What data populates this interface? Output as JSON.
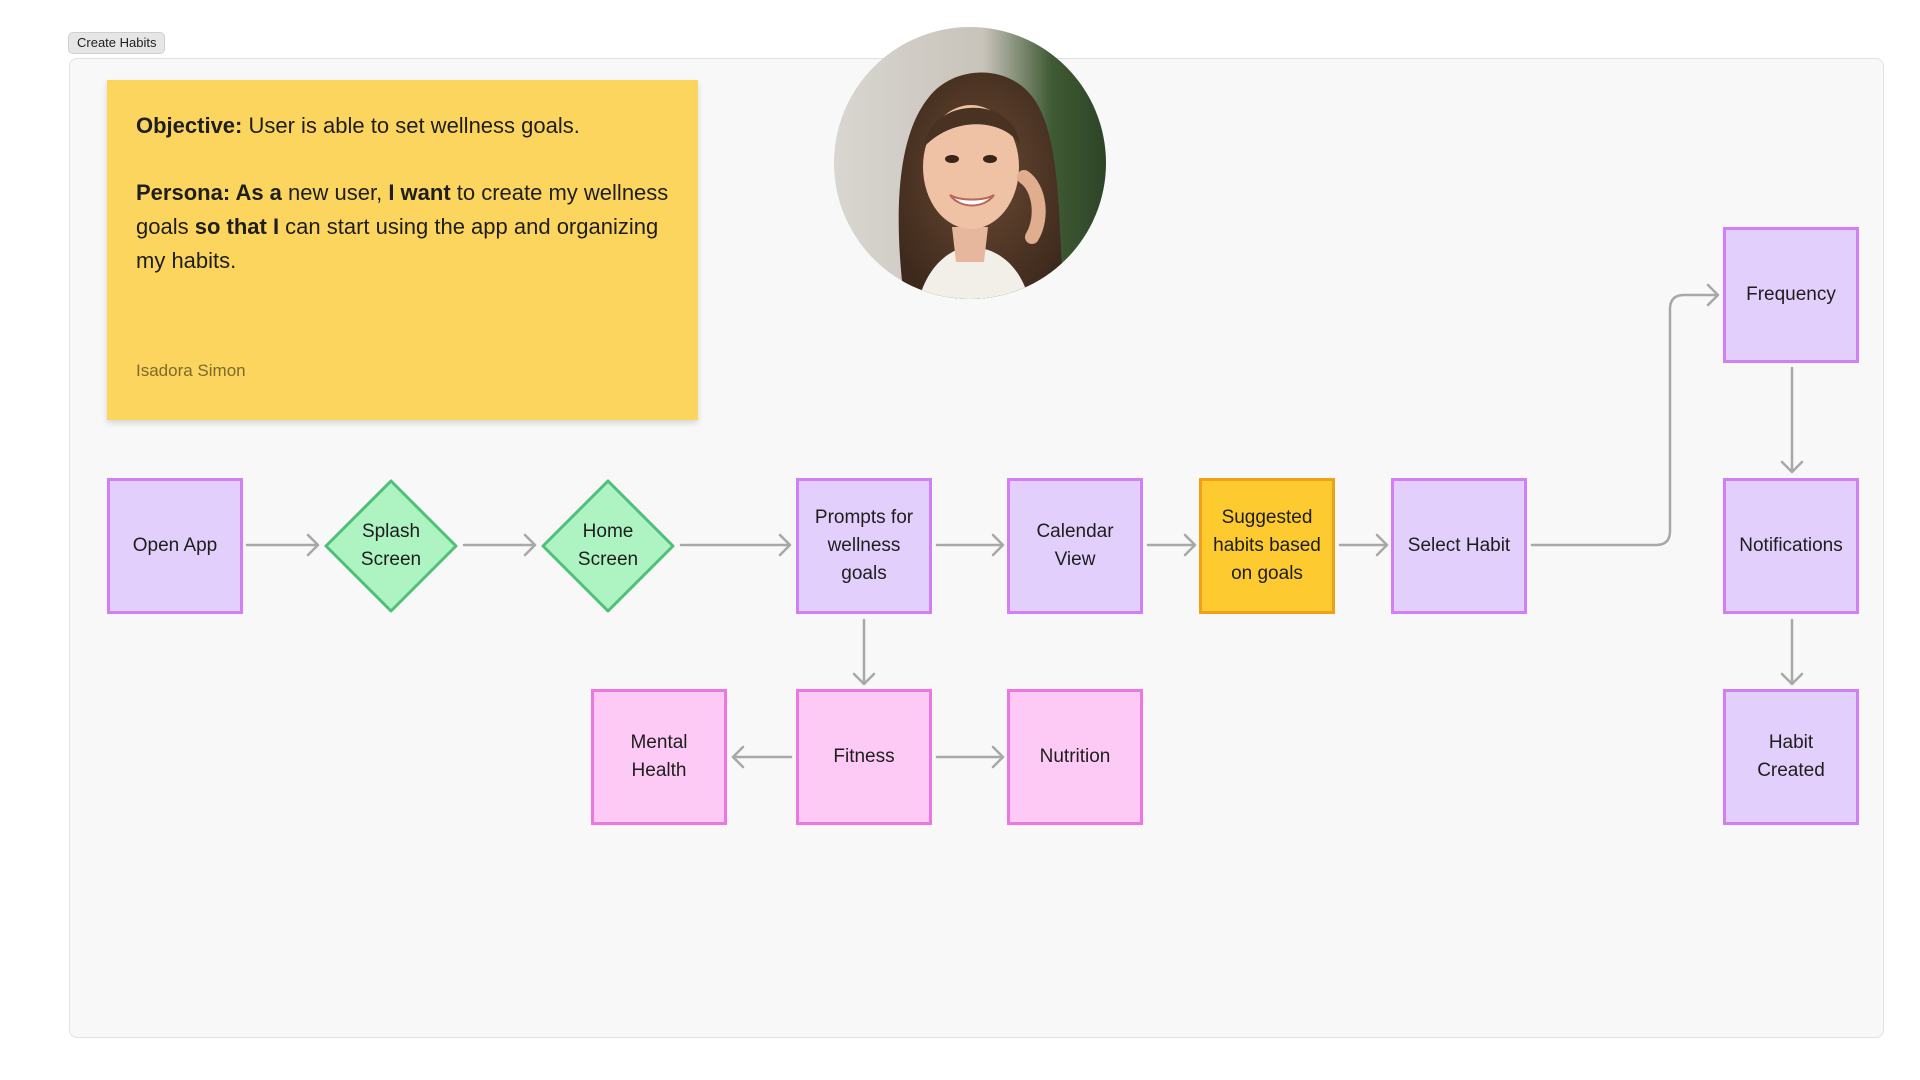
{
  "section": {
    "title": "Create Habits"
  },
  "sticky": {
    "objective_label": "Objective:",
    "objective_text": " User is able to set wellness goals.",
    "persona_parts": [
      {
        "text": "Persona: As a",
        "bold": true
      },
      {
        "text": " new user, ",
        "bold": false
      },
      {
        "text": "I want",
        "bold": true
      },
      {
        "text": " to create my wellness goals ",
        "bold": false
      },
      {
        "text": "so that I",
        "bold": true
      },
      {
        "text": " can start using the app and organizing my habits.",
        "bold": false
      }
    ],
    "author": "Isadora Simon",
    "color": "#fcd55f"
  },
  "avatar": {
    "icon": "person-photo-icon"
  },
  "nodes": {
    "open_app": "Open App",
    "splash_screen": "Splash Screen",
    "home_screen": "Home Screen",
    "prompts": "Prompts for wellness goals",
    "calendar_view": "Calendar View",
    "suggested": "Suggested habits based on goals",
    "select_habit": "Select Habit",
    "frequency": "Frequency",
    "notifications": "Notifications",
    "habit_created": "Habit Created",
    "fitness": "Fitness",
    "mental_health": "Mental Health",
    "nutrition": "Nutrition"
  },
  "colors": {
    "purple_fill": "#e3cffb",
    "purple_stroke": "#d07ff6",
    "pink_fill": "#fdc9f5",
    "pink_stroke": "#ee76e3",
    "green_fill": "#aef3c2",
    "green_stroke": "#4fbf79",
    "yellow_fill": "#fdca2f",
    "connector": "#a8a8a8"
  }
}
